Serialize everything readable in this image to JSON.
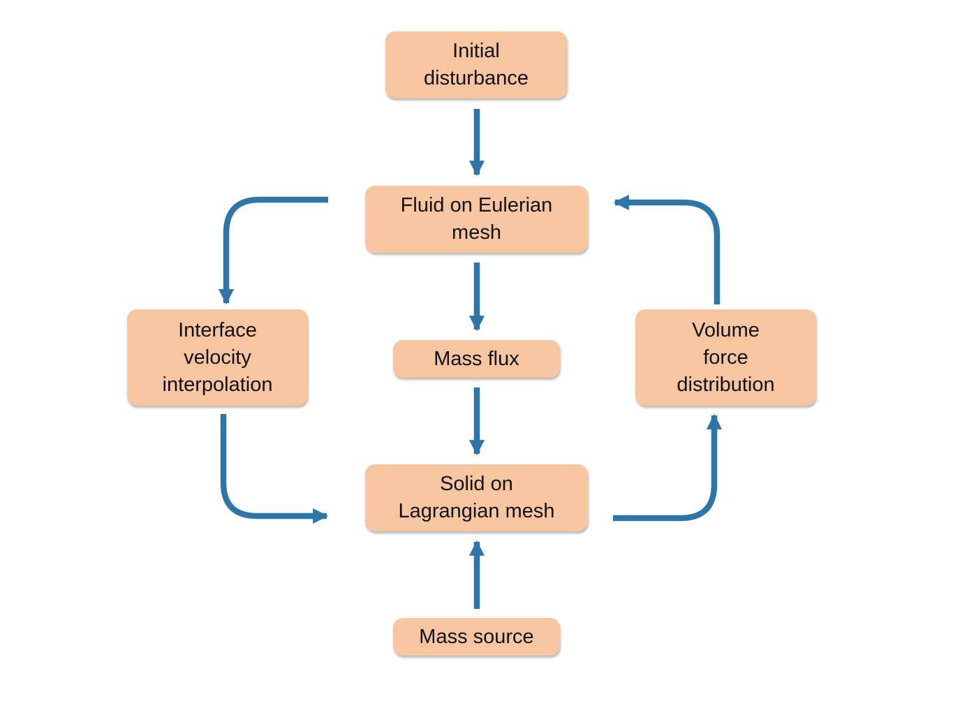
{
  "diagram": {
    "type": "flowchart",
    "colors": {
      "node_fill": "#f7c59f",
      "arrow": "#2e75a8",
      "text": "#111111",
      "background": "#ffffff"
    },
    "nodes": {
      "initial_disturbance": "Initial\ndisturbance",
      "fluid_eulerian": "Fluid on Eulerian\nmesh",
      "interface_velocity": "Interface\nvelocity\ninterpolation",
      "mass_flux": "Mass flux",
      "volume_force": "Volume\nforce\ndistribution",
      "solid_lagrangian": "Solid on\nLagrangian mesh",
      "mass_source": "Mass source"
    },
    "edges": [
      {
        "from": "initial_disturbance",
        "to": "fluid_eulerian"
      },
      {
        "from": "fluid_eulerian",
        "to": "mass_flux"
      },
      {
        "from": "mass_flux",
        "to": "solid_lagrangian"
      },
      {
        "from": "mass_source",
        "to": "solid_lagrangian"
      },
      {
        "from": "fluid_eulerian",
        "to": "interface_velocity"
      },
      {
        "from": "interface_velocity",
        "to": "solid_lagrangian"
      },
      {
        "from": "solid_lagrangian",
        "to": "volume_force"
      },
      {
        "from": "volume_force",
        "to": "fluid_eulerian"
      }
    ]
  }
}
